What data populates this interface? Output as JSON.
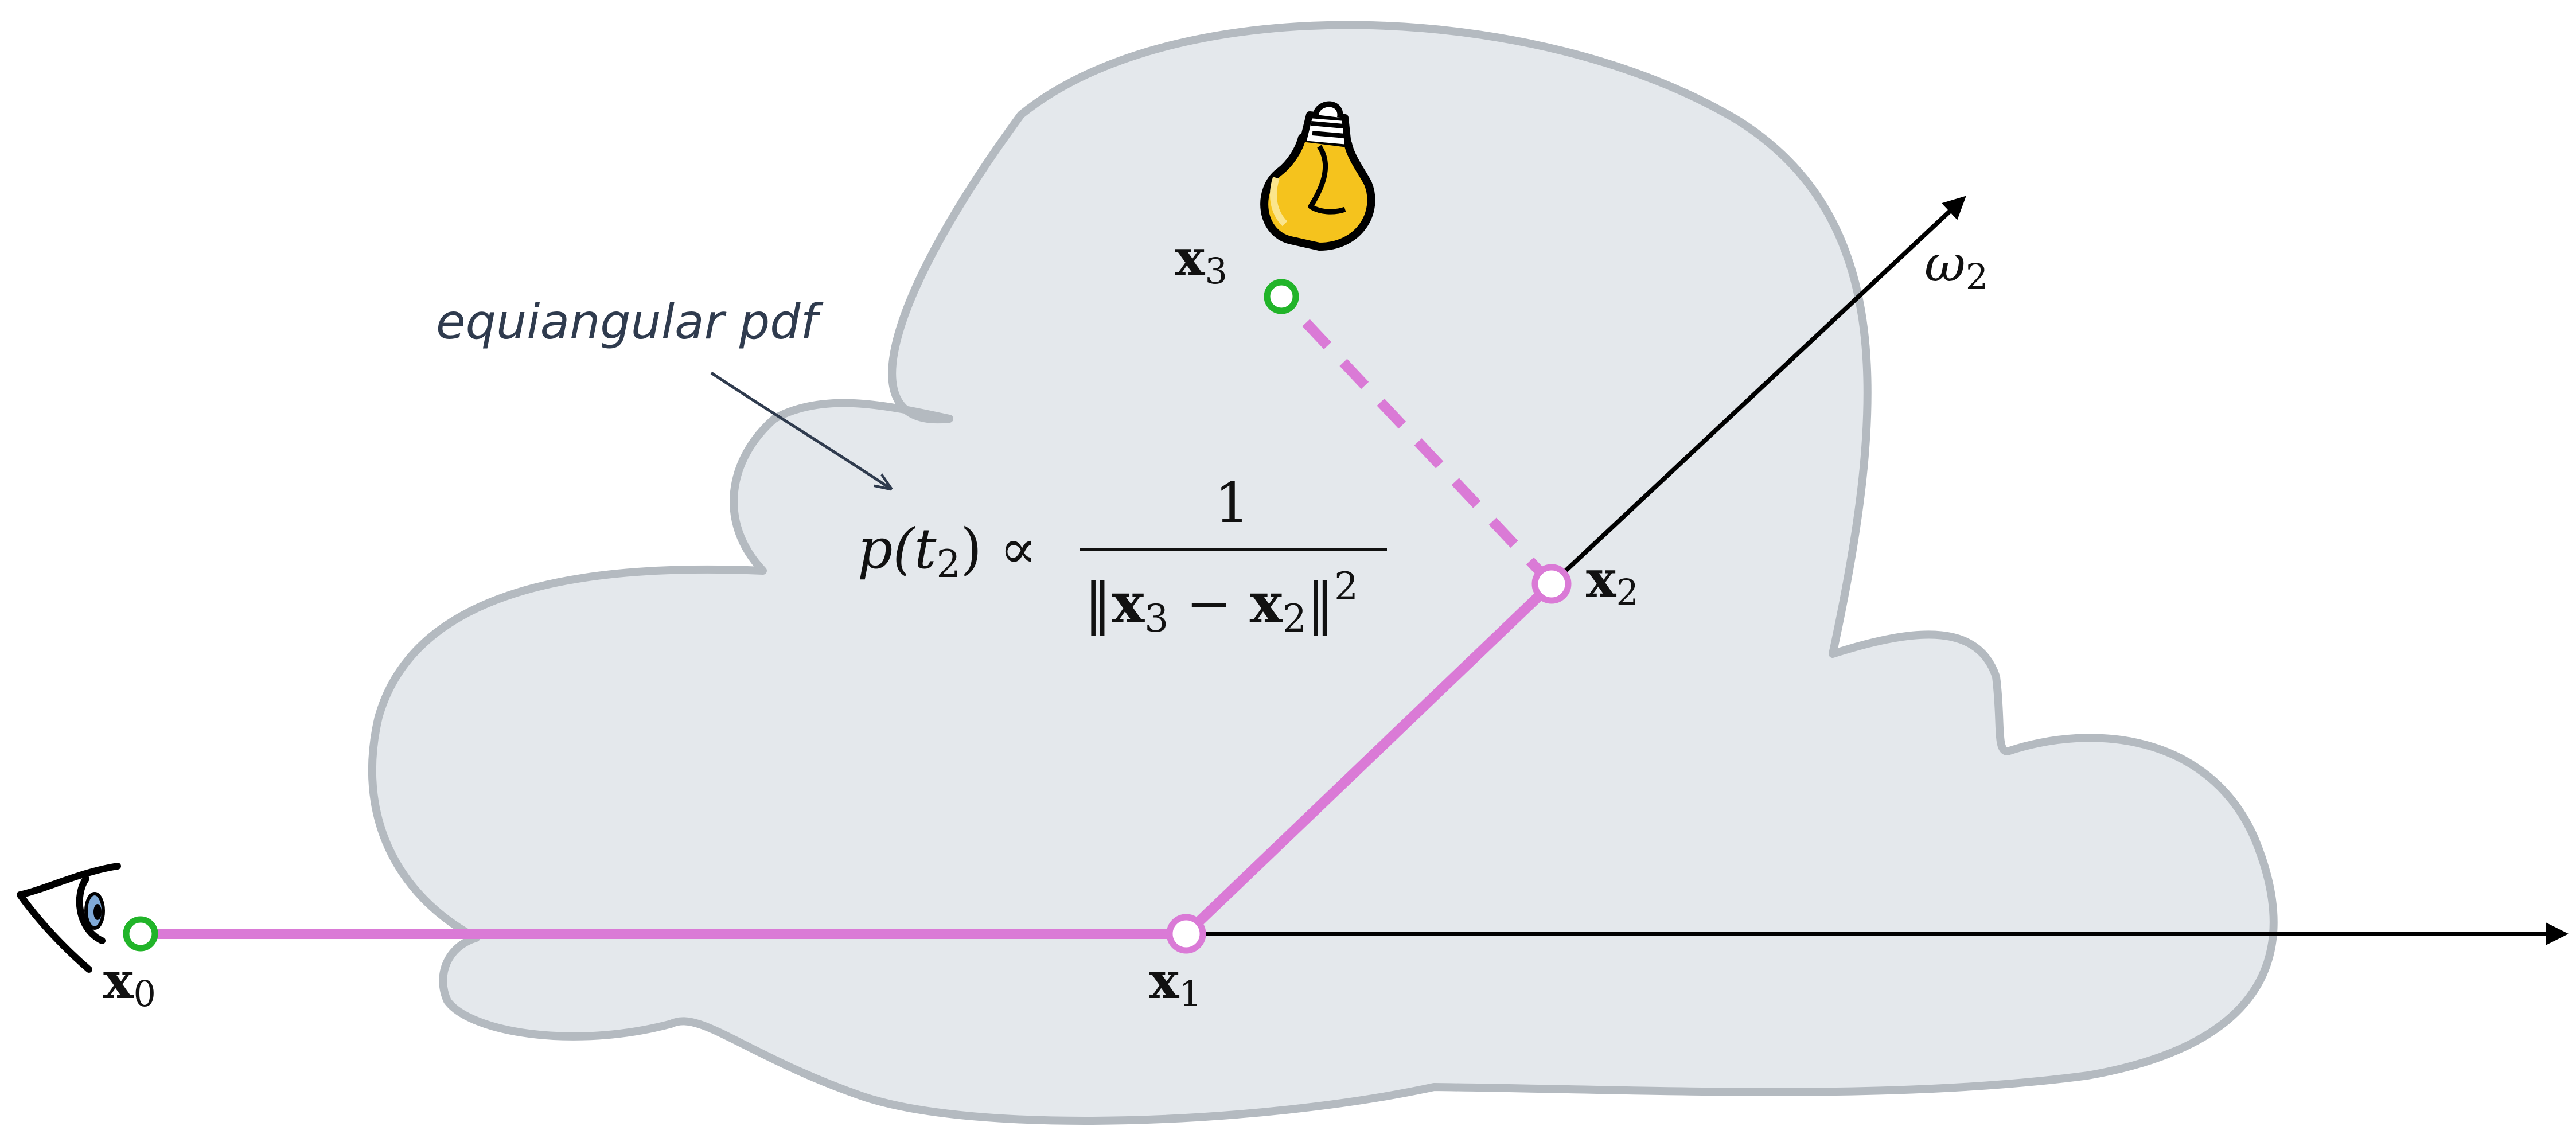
{
  "diagram": {
    "points": {
      "x0": {
        "base": "x",
        "sub": "0"
      },
      "x1": {
        "base": "x",
        "sub": "1"
      },
      "x2": {
        "base": "x",
        "sub": "2"
      },
      "x3": {
        "base": "x",
        "sub": "3"
      }
    },
    "direction_label": {
      "base": "ω",
      "sub": "2"
    },
    "annotation": "equiangular pdf",
    "formula": {
      "lhs": "p(t",
      "lhs_sub": "2",
      "lhs_tail": ") ∝",
      "numerator": "1",
      "den_open": "‖",
      "den_x3": "x",
      "den_x3_sub": "3",
      "den_minus": " − ",
      "den_x2": "x",
      "den_x2_sub": "2",
      "den_close": "‖",
      "den_power": "2"
    },
    "colors": {
      "path": "#da7ad6",
      "start_and_light_vertices": "#21b429",
      "medium_fill": "#e4e8ec",
      "medium_outline": "#b4bac0",
      "bulb": "#f5c31d",
      "arrows": "#000000"
    },
    "icons": [
      "eye-icon",
      "light-bulb-icon"
    ]
  }
}
